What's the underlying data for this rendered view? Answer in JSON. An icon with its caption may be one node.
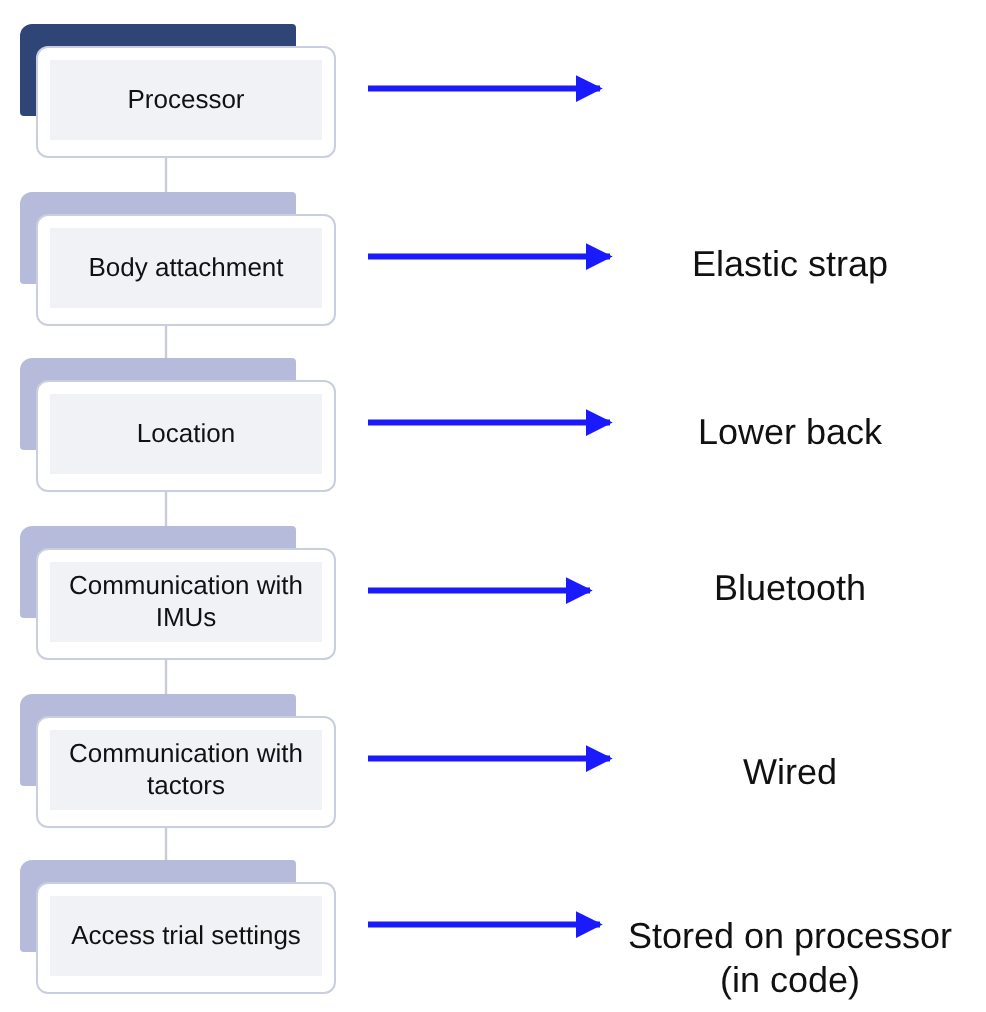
{
  "diagram": {
    "nodes": [
      {
        "text": [
          "Processor"
        ]
      },
      {
        "text": [
          "Body attachment"
        ]
      },
      {
        "text": [
          "Location"
        ]
      },
      {
        "text": [
          "Communication with IMUs"
        ]
      },
      {
        "text": [
          "Communication with tactors"
        ]
      },
      {
        "text": [
          "Access trial settings"
        ]
      },
      {
        "text": [
          "Elastic strap"
        ]
      },
      {
        "text": [
          "Lower back"
        ]
      },
      {
        "text": [
          "Bluetooth"
        ]
      },
      {
        "text": [
          "Wired"
        ]
      },
      {
        "text": [
          "Stored on processor (in code)"
        ]
      }
    ],
    "edges": [
      {
        "from": 0,
        "to": null,
        "arrow": "to"
      },
      {
        "from": 1,
        "to": 6,
        "arrow": "to"
      },
      {
        "from": 2,
        "to": 7,
        "arrow": "to"
      },
      {
        "from": 3,
        "to": 8,
        "arrow": "to"
      },
      {
        "from": 4,
        "to": 9,
        "arrow": "to"
      },
      {
        "from": 5,
        "to": 10,
        "arrow": "to"
      },
      {
        "from": 0,
        "to": 1,
        "arrow": "none",
        "color": "#c8ccd6"
      },
      {
        "from": 1,
        "to": 2,
        "arrow": "none",
        "color": "#c8ccd6"
      },
      {
        "from": 2,
        "to": 3,
        "arrow": "none",
        "color": "#c8ccd6"
      },
      {
        "from": 3,
        "to": 4,
        "arrow": "none",
        "color": "#c8ccd6"
      },
      {
        "from": 4,
        "to": 5,
        "arrow": "none",
        "color": "#c8ccd6"
      }
    ]
  }
}
